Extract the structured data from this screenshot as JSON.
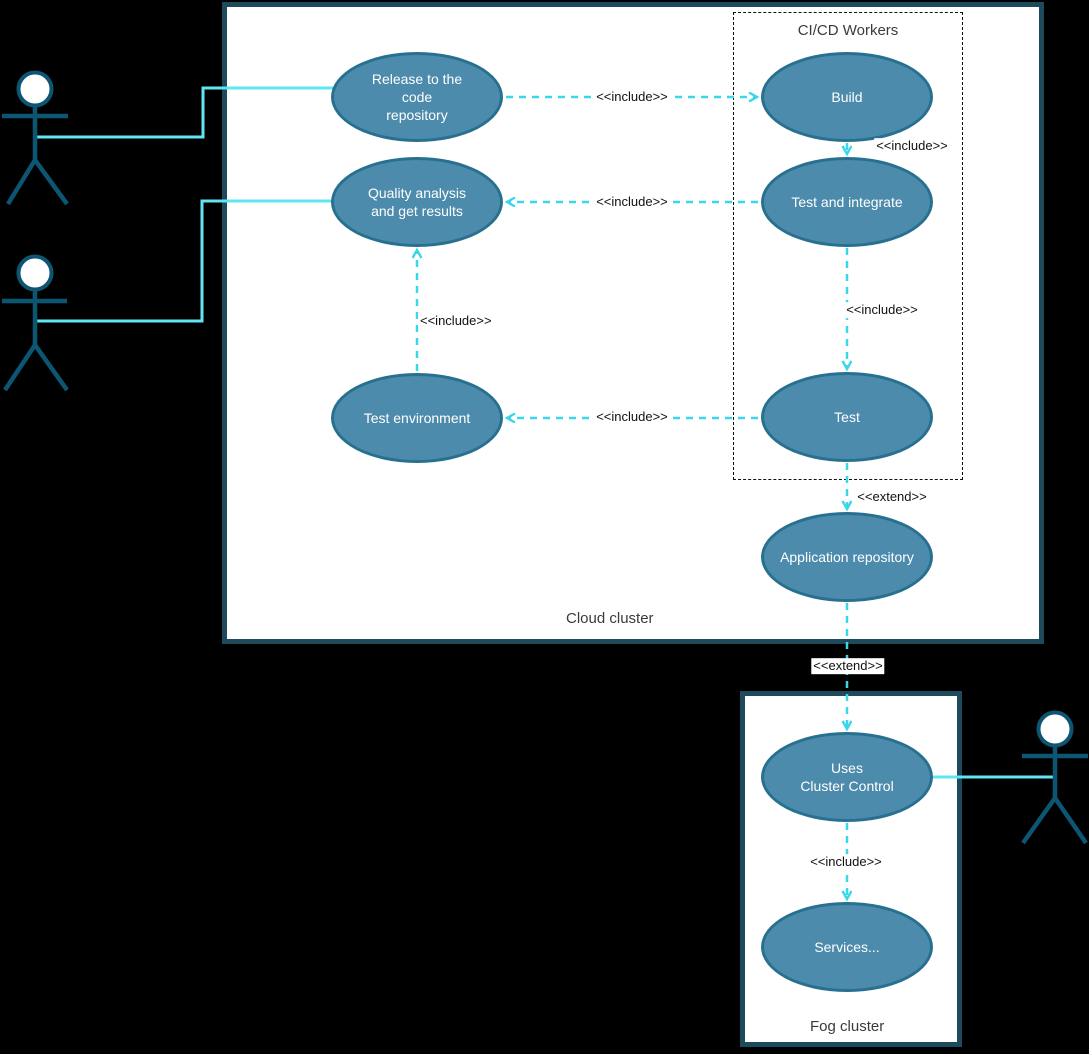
{
  "containers": {
    "cloud": {
      "label": "Cloud cluster"
    },
    "cicd": {
      "label": "CI/CD Workers"
    },
    "fog": {
      "label": "Fog cluster"
    }
  },
  "use_cases": {
    "release": {
      "label": "Release to the\ncode\nrepository"
    },
    "quality": {
      "label": "Quality analysis\nand get results"
    },
    "test_env": {
      "label": "Test environment"
    },
    "build": {
      "label": "Build"
    },
    "test_integrate": {
      "label": "Test and integrate"
    },
    "test": {
      "label": "Test"
    },
    "app_repo": {
      "label": "Application repository"
    },
    "uses_cluster": {
      "label": "Uses\nCluster Control"
    },
    "services": {
      "label": "Services..."
    }
  },
  "relations": {
    "include_label": "<<include>>",
    "extend_label": "<<extend>>"
  },
  "icons": {
    "actor_left_top": "stick-figure-actor",
    "actor_left_bottom": "stick-figure-actor",
    "actor_right": "stick-figure-actor"
  },
  "colors": {
    "background": "#000000",
    "container_border": "#1d4a5d",
    "container_fill": "#ffffff",
    "usecase_fill": "#4c8bac",
    "usecase_border": "#27708f",
    "usecase_text": "#ffffff",
    "solid_connector": "#5fe6f3",
    "dashed_connector": "#39d7e9",
    "actor_stroke": "#0d5673",
    "label_text": "#111111"
  }
}
